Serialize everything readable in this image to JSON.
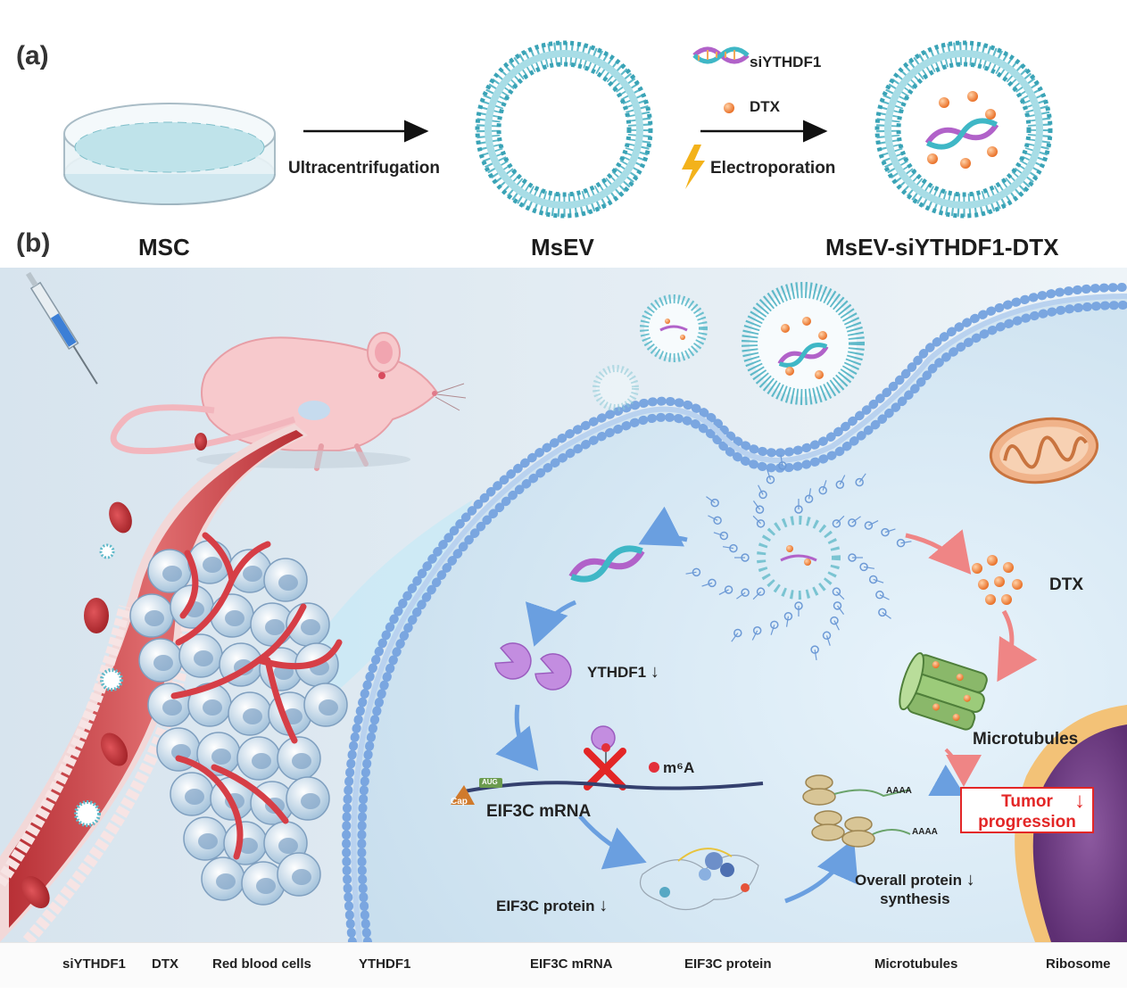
{
  "panel_a": {
    "label": "(a)",
    "step1": "Ultracentrifugation",
    "cargo_sirna": "siYTHDF1",
    "cargo_drug": "DTX",
    "step2": "Electroporation",
    "items": [
      "MSC",
      "MsEV",
      "MsEV-siYTHDF1-DTX"
    ]
  },
  "panel_b": {
    "label": "(b)",
    "ythdf1": "YTHDF1",
    "m6a": "m⁶A",
    "mrna": "EIF3C mRNA",
    "protein": "EIF3C protein",
    "dtx": "DTX",
    "microtubules": "Microtubules",
    "cap": "Cap",
    "aug": "AUG",
    "polya": "AAAA",
    "tumor_line1": "Tumor",
    "tumor_line2": "progression",
    "synthesis_line1": "Overall protein",
    "synthesis_line2": "synthesis",
    "down_arrow": "↓"
  },
  "legend": [
    "siYTHDF1",
    "DTX",
    "Red blood cells",
    "YTHDF1",
    "EIF3C mRNA",
    "EIF3C protein",
    "Microtubules",
    "Ribosome"
  ],
  "colors": {
    "membrane": "#5fb9c9",
    "dtx": "#f08a3a",
    "rbc": "#c7353a",
    "vessel": "#c94444",
    "ythdf1": "#b77fd6",
    "microtubule": "#8ab86a",
    "alert": "#e32626"
  }
}
